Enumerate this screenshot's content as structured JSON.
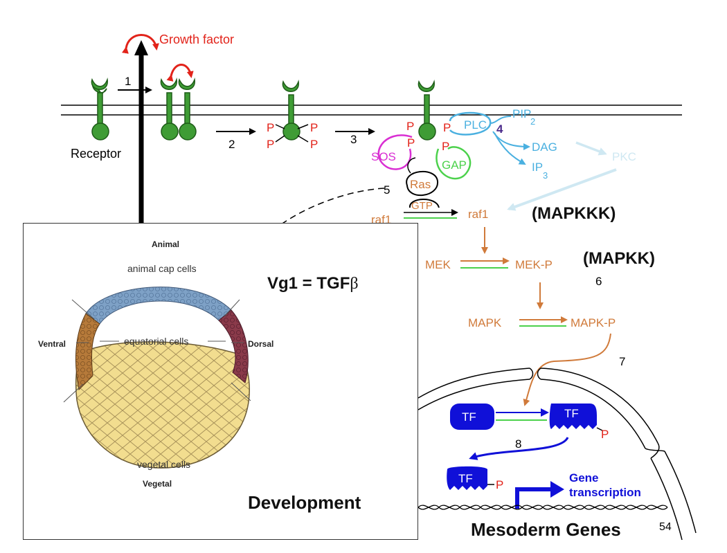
{
  "colors": {
    "receptor": "#3f9c35",
    "phospho": "#e2231a",
    "plc_branch": "#4ab0e0",
    "pkc": "#cfe8f2",
    "sos": "#d92fd3",
    "gap": "#4bd14b",
    "ras": "#d07a3a",
    "mapk_cascade": "#d07a3a",
    "reverse_arrow": "#4bd14b",
    "tf": "#1010d8",
    "animal_cap": "#7ea1c6",
    "ventral": "#b67a3a",
    "dorsal": "#8a3a4a",
    "vegetal": "#f2dd8f"
  },
  "pathway": {
    "growth_factor": "Growth factor",
    "receptor_label": "Receptor",
    "steps": [
      "1",
      "2",
      "3",
      "4",
      "5",
      "6",
      "7",
      "8"
    ],
    "phosphate": "P",
    "plc": "PLC",
    "pip2": "PIP",
    "pip2_sub": "2",
    "dag": "DAG",
    "ip3": "IP",
    "ip3_sub": "3",
    "pkc": "PKC",
    "sos": "SOS",
    "gap": "GAP",
    "ras": "Ras",
    "gtp": "GTP",
    "raf1_left": "raf1",
    "raf1_right": "raf1",
    "mapkkk": "(MAPKKK)",
    "mek": "MEK",
    "mek_p": "MEK-P",
    "mapkk": "(MAPKK)",
    "mapk": "MAPK",
    "mapk_p": "MAPK-P",
    "tf": "TF",
    "gene_transcription_line1": "Gene",
    "gene_transcription_line2": "transcription",
    "mesoderm_genes": "Mesoderm Genes",
    "page_number": "54"
  },
  "inset": {
    "animal": "Animal",
    "animal_cap_cells": "animal cap cells",
    "equatorial_cells": "equatorial cells",
    "ventral": "Ventral",
    "dorsal": "Dorsal",
    "vegetal_cells": "vegetal cells",
    "vegetal": "Vegetal",
    "vg1": "Vg1 = TGF",
    "beta": "β",
    "development": "Development"
  }
}
